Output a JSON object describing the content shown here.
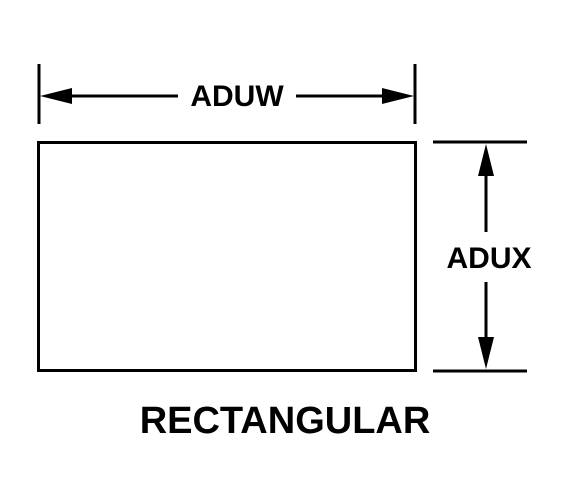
{
  "diagram": {
    "width_label": "ADUW",
    "height_label": "ADUX",
    "shape_name": "RECTANGULAR"
  },
  "colors": {
    "line": "#000000",
    "background": "#ffffff"
  }
}
